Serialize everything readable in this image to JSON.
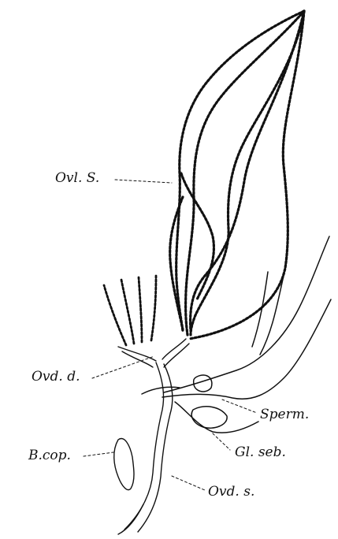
{
  "figure": {
    "labels": {
      "ovl_s": "Ovl. S.",
      "ovd_d": "Ovd. d.",
      "b_cop": "B.cop.",
      "sperm": "Sperm.",
      "gl_seb": "Gl. seb.",
      "ovd_s": "Ovd. s."
    }
  },
  "colors": {
    "ink": "#111111",
    "paper": "#ffffff"
  }
}
